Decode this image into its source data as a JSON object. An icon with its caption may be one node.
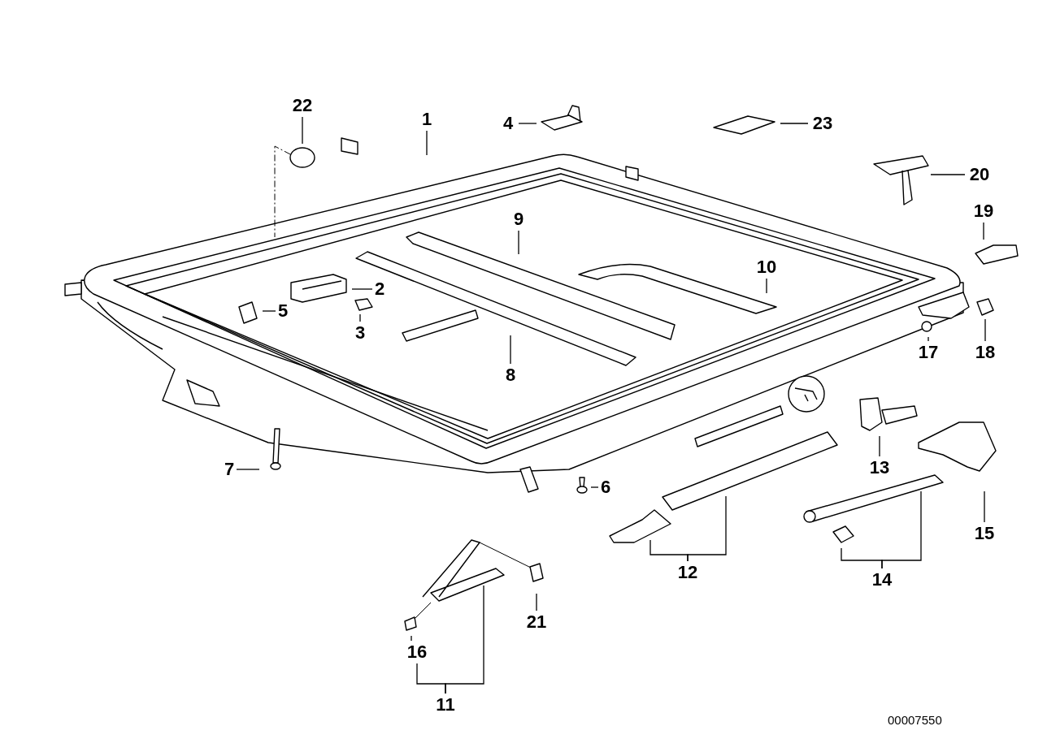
{
  "diagram": {
    "nodes": [
      {
        "text": [
          "22"
        ]
      },
      {
        "text": [
          "1"
        ]
      },
      {
        "text": [
          "4"
        ]
      },
      {
        "text": [
          "23"
        ]
      },
      {
        "text": [
          "20"
        ]
      },
      {
        "text": [
          "19"
        ]
      },
      {
        "text": [
          "9"
        ]
      },
      {
        "text": [
          "10"
        ]
      },
      {
        "text": [
          "2"
        ]
      },
      {
        "text": [
          "5"
        ]
      },
      {
        "text": [
          "3"
        ]
      },
      {
        "text": [
          "17"
        ]
      },
      {
        "text": [
          "18"
        ]
      },
      {
        "text": [
          "8"
        ]
      },
      {
        "text": [
          "13"
        ]
      },
      {
        "text": [
          "7"
        ]
      },
      {
        "text": [
          "6"
        ]
      },
      {
        "text": [
          "15"
        ]
      },
      {
        "text": [
          "12"
        ]
      },
      {
        "text": [
          "14"
        ]
      },
      {
        "text": [
          "21"
        ]
      },
      {
        "text": [
          "16"
        ]
      },
      {
        "text": [
          "11"
        ]
      }
    ],
    "edges": [
      {
        "from": 0,
        "to": null,
        "arrow": "none"
      },
      {
        "from": 1,
        "to": null,
        "arrow": "none"
      },
      {
        "from": 2,
        "to": null,
        "arrow": "none"
      },
      {
        "from": 3,
        "to": null,
        "arrow": "none"
      },
      {
        "from": 4,
        "to": null,
        "arrow": "none"
      },
      {
        "from": 5,
        "to": null,
        "arrow": "none"
      },
      {
        "from": 6,
        "to": null,
        "arrow": "none"
      },
      {
        "from": 7,
        "to": null,
        "arrow": "none"
      },
      {
        "from": 8,
        "to": null,
        "arrow": "none"
      },
      {
        "from": 9,
        "to": null,
        "arrow": "none"
      },
      {
        "from": 10,
        "to": null,
        "arrow": "none"
      },
      {
        "from": 11,
        "to": null,
        "arrow": "none"
      },
      {
        "from": 12,
        "to": null,
        "arrow": "none"
      },
      {
        "from": 13,
        "to": null,
        "arrow": "none"
      },
      {
        "from": 14,
        "to": null,
        "arrow": "none"
      },
      {
        "from": 15,
        "to": null,
        "arrow": "none"
      },
      {
        "from": 16,
        "to": null,
        "arrow": "none"
      },
      {
        "from": 17,
        "to": null,
        "arrow": "none"
      },
      {
        "from": 18,
        "to": null,
        "arrow": "none"
      },
      {
        "from": 18,
        "to": null,
        "arrow": "none"
      },
      {
        "from": 19,
        "to": null,
        "arrow": "none"
      },
      {
        "from": 19,
        "to": null,
        "arrow": "none"
      },
      {
        "from": 20,
        "to": null,
        "arrow": "none"
      },
      {
        "from": 21,
        "to": null,
        "arrow": "none"
      },
      {
        "from": 22,
        "to": 21,
        "arrow": "none"
      },
      {
        "from": 22,
        "to": null,
        "arrow": "none"
      }
    ],
    "labels": [
      "00007550"
    ]
  }
}
